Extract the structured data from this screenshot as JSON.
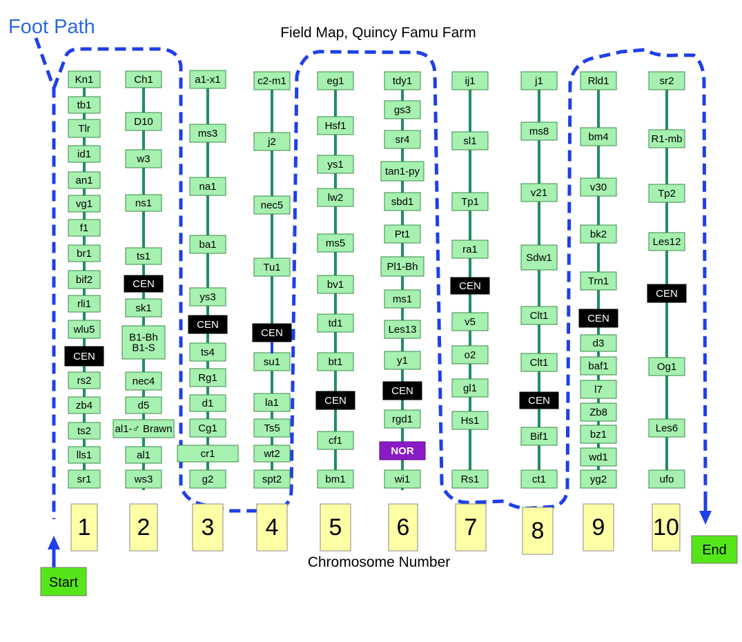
{
  "title": "Field Map, Quincy Famu Farm",
  "foot_path_label": "Foot Path",
  "xlabel": "Chromosome Number",
  "start_label": "Start",
  "end_label": "End",
  "colors": {
    "gene_fill": "#a6f0b0",
    "gene_border": "#3a8a4a",
    "chromosome_line": "#1f8f5f",
    "centromere_fill": "#000000",
    "nor_fill": "#8a1ac6",
    "number_fill": "#ffffa6",
    "path_color": "#1f3fe8",
    "foot_path_text": "#2a6ae0",
    "start_end_fill": "#55e61a"
  },
  "chromosomes": [
    {
      "number": "1",
      "markers": [
        {
          "label": "Kn1",
          "kind": "gene"
        },
        {
          "label": "tb1",
          "kind": "gene"
        },
        {
          "label": "Tlr",
          "kind": "gene"
        },
        {
          "label": "id1",
          "kind": "gene"
        },
        {
          "label": "an1",
          "kind": "gene"
        },
        {
          "label": "vg1",
          "kind": "gene"
        },
        {
          "label": "f1",
          "kind": "gene"
        },
        {
          "label": "br1",
          "kind": "gene"
        },
        {
          "label": "bif2",
          "kind": "gene"
        },
        {
          "label": "rli1",
          "kind": "gene"
        },
        {
          "label": "wlu5",
          "kind": "gene"
        },
        {
          "label": "CEN",
          "kind": "centromere"
        },
        {
          "label": "rs2",
          "kind": "gene"
        },
        {
          "label": "zb4",
          "kind": "gene"
        },
        {
          "label": "ts2",
          "kind": "gene"
        },
        {
          "label": "lls1",
          "kind": "gene"
        },
        {
          "label": "sr1",
          "kind": "gene"
        }
      ]
    },
    {
      "number": "2",
      "markers": [
        {
          "label": "Ch1",
          "kind": "gene"
        },
        {
          "label": "D10",
          "kind": "gene"
        },
        {
          "label": "w3",
          "kind": "gene"
        },
        {
          "label": "ns1",
          "kind": "gene"
        },
        {
          "label": "ts1",
          "kind": "gene"
        },
        {
          "label": "CEN",
          "kind": "centromere"
        },
        {
          "label": "sk1",
          "kind": "gene"
        },
        {
          "label": "B1-Bh\nB1-S",
          "kind": "gene"
        },
        {
          "label": "nec4",
          "kind": "gene"
        },
        {
          "label": "d5",
          "kind": "gene"
        },
        {
          "label": "al1-♂ Brawn",
          "kind": "gene"
        },
        {
          "label": "al1",
          "kind": "gene"
        },
        {
          "label": "ws3",
          "kind": "gene"
        }
      ]
    },
    {
      "number": "3",
      "markers": [
        {
          "label": "a1-x1",
          "kind": "gene"
        },
        {
          "label": "ms3",
          "kind": "gene"
        },
        {
          "label": "na1",
          "kind": "gene"
        },
        {
          "label": "ba1",
          "kind": "gene"
        },
        {
          "label": "ys3",
          "kind": "gene"
        },
        {
          "label": "CEN",
          "kind": "centromere"
        },
        {
          "label": "ts4",
          "kind": "gene"
        },
        {
          "label": "Rg1",
          "kind": "gene"
        },
        {
          "label": "d1",
          "kind": "gene"
        },
        {
          "label": "Cg1",
          "kind": "gene"
        },
        {
          "label": "cr1",
          "kind": "gene"
        },
        {
          "label": "g2",
          "kind": "gene"
        }
      ]
    },
    {
      "number": "4",
      "markers": [
        {
          "label": "c2-m1",
          "kind": "gene"
        },
        {
          "label": "j2",
          "kind": "gene"
        },
        {
          "label": "nec5",
          "kind": "gene"
        },
        {
          "label": "Tu1",
          "kind": "gene"
        },
        {
          "label": "CEN",
          "kind": "centromere"
        },
        {
          "label": "su1",
          "kind": "gene"
        },
        {
          "label": "la1",
          "kind": "gene"
        },
        {
          "label": "Ts5",
          "kind": "gene"
        },
        {
          "label": "wt2",
          "kind": "gene"
        },
        {
          "label": "spt2",
          "kind": "gene"
        }
      ]
    },
    {
      "number": "5",
      "markers": [
        {
          "label": "eg1",
          "kind": "gene"
        },
        {
          "label": "Hsf1",
          "kind": "gene"
        },
        {
          "label": "ys1",
          "kind": "gene"
        },
        {
          "label": "lw2",
          "kind": "gene"
        },
        {
          "label": "ms5",
          "kind": "gene"
        },
        {
          "label": "bv1",
          "kind": "gene"
        },
        {
          "label": "td1",
          "kind": "gene"
        },
        {
          "label": "bt1",
          "kind": "gene"
        },
        {
          "label": "CEN",
          "kind": "centromere"
        },
        {
          "label": "cf1",
          "kind": "gene"
        },
        {
          "label": "bm1",
          "kind": "gene"
        }
      ]
    },
    {
      "number": "6",
      "markers": [
        {
          "label": "tdy1",
          "kind": "gene"
        },
        {
          "label": "gs3",
          "kind": "gene"
        },
        {
          "label": "sr4",
          "kind": "gene"
        },
        {
          "label": "tan1-py",
          "kind": "gene"
        },
        {
          "label": "sbd1",
          "kind": "gene"
        },
        {
          "label": "Pt1",
          "kind": "gene"
        },
        {
          "label": "Pl1-Bh",
          "kind": "gene"
        },
        {
          "label": "ms1",
          "kind": "gene"
        },
        {
          "label": "Les13",
          "kind": "gene"
        },
        {
          "label": "y1",
          "kind": "gene"
        },
        {
          "label": "CEN",
          "kind": "centromere"
        },
        {
          "label": "rgd1",
          "kind": "gene"
        },
        {
          "label": "NOR",
          "kind": "nor"
        },
        {
          "label": "wi1",
          "kind": "gene"
        }
      ]
    },
    {
      "number": "7",
      "markers": [
        {
          "label": "ij1",
          "kind": "gene"
        },
        {
          "label": "sl1",
          "kind": "gene"
        },
        {
          "label": "Tp1",
          "kind": "gene"
        },
        {
          "label": "ra1",
          "kind": "gene"
        },
        {
          "label": "CEN",
          "kind": "centromere"
        },
        {
          "label": "v5",
          "kind": "gene"
        },
        {
          "label": "o2",
          "kind": "gene"
        },
        {
          "label": "gl1",
          "kind": "gene"
        },
        {
          "label": "Hs1",
          "kind": "gene"
        },
        {
          "label": "Rs1",
          "kind": "gene"
        }
      ]
    },
    {
      "number": "8",
      "markers": [
        {
          "label": "j1",
          "kind": "gene"
        },
        {
          "label": "ms8",
          "kind": "gene"
        },
        {
          "label": "v21",
          "kind": "gene"
        },
        {
          "label": "Sdw1",
          "kind": "gene"
        },
        {
          "label": "Clt1",
          "kind": "gene"
        },
        {
          "label": "Clt1",
          "kind": "gene"
        },
        {
          "label": "CEN",
          "kind": "centromere"
        },
        {
          "label": "Bif1",
          "kind": "gene"
        },
        {
          "label": "ct1",
          "kind": "gene"
        }
      ]
    },
    {
      "number": "9",
      "markers": [
        {
          "label": "Rld1",
          "kind": "gene"
        },
        {
          "label": "bm4",
          "kind": "gene"
        },
        {
          "label": "v30",
          "kind": "gene"
        },
        {
          "label": "bk2",
          "kind": "gene"
        },
        {
          "label": "Trn1",
          "kind": "gene"
        },
        {
          "label": "CEN",
          "kind": "centromere"
        },
        {
          "label": "d3",
          "kind": "gene"
        },
        {
          "label": "baf1",
          "kind": "gene"
        },
        {
          "label": "l7",
          "kind": "gene"
        },
        {
          "label": "Zb8",
          "kind": "gene"
        },
        {
          "label": "bz1",
          "kind": "gene"
        },
        {
          "label": "wd1",
          "kind": "gene"
        },
        {
          "label": "yg2",
          "kind": "gene"
        }
      ]
    },
    {
      "number": "10",
      "markers": [
        {
          "label": "sr2",
          "kind": "gene"
        },
        {
          "label": "R1-mb",
          "kind": "gene"
        },
        {
          "label": "Tp2",
          "kind": "gene"
        },
        {
          "label": "Les12",
          "kind": "gene"
        },
        {
          "label": "CEN",
          "kind": "centromere"
        },
        {
          "label": "Og1",
          "kind": "gene"
        },
        {
          "label": "Les6",
          "kind": "gene"
        },
        {
          "label": "ufo",
          "kind": "gene"
        }
      ]
    }
  ]
}
